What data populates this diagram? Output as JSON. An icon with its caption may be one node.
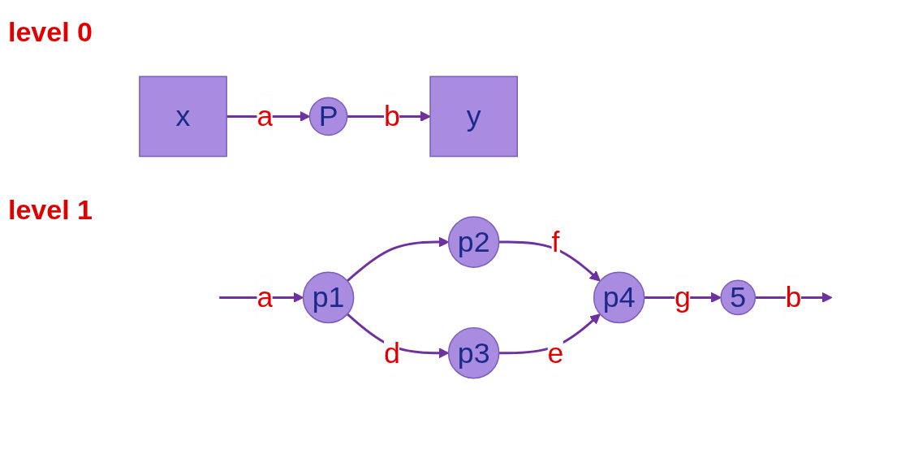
{
  "diagram": {
    "nodes": [
      {
        "text": [
          "x"
        ]
      },
      {
        "text": [
          "P"
        ]
      },
      {
        "text": [
          "y"
        ]
      },
      {
        "text": [
          "p1"
        ]
      },
      {
        "text": [
          "p2"
        ]
      },
      {
        "text": [
          "p3"
        ]
      },
      {
        "text": [
          "p4"
        ]
      },
      {
        "text": [
          "5"
        ]
      }
    ],
    "edges": [
      {
        "from": 0,
        "to": 1,
        "arrow": "to",
        "label": "a"
      },
      {
        "from": 1,
        "to": 2,
        "arrow": "to",
        "label": "b"
      },
      {
        "from": null,
        "to": 3,
        "arrow": "to",
        "label": "a"
      },
      {
        "from": 3,
        "to": 4,
        "arrow": "to"
      },
      {
        "from": 3,
        "to": 5,
        "arrow": "to",
        "label": "d"
      },
      {
        "from": 4,
        "to": 6,
        "arrow": "to",
        "label": "f"
      },
      {
        "from": 5,
        "to": 6,
        "arrow": "to",
        "label": "e"
      },
      {
        "from": 6,
        "to": 7,
        "arrow": "to",
        "label": "g"
      },
      {
        "from": 7,
        "to": null,
        "arrow": "to",
        "label": "b"
      }
    ],
    "labels": [
      "level 0",
      "level 1"
    ]
  }
}
